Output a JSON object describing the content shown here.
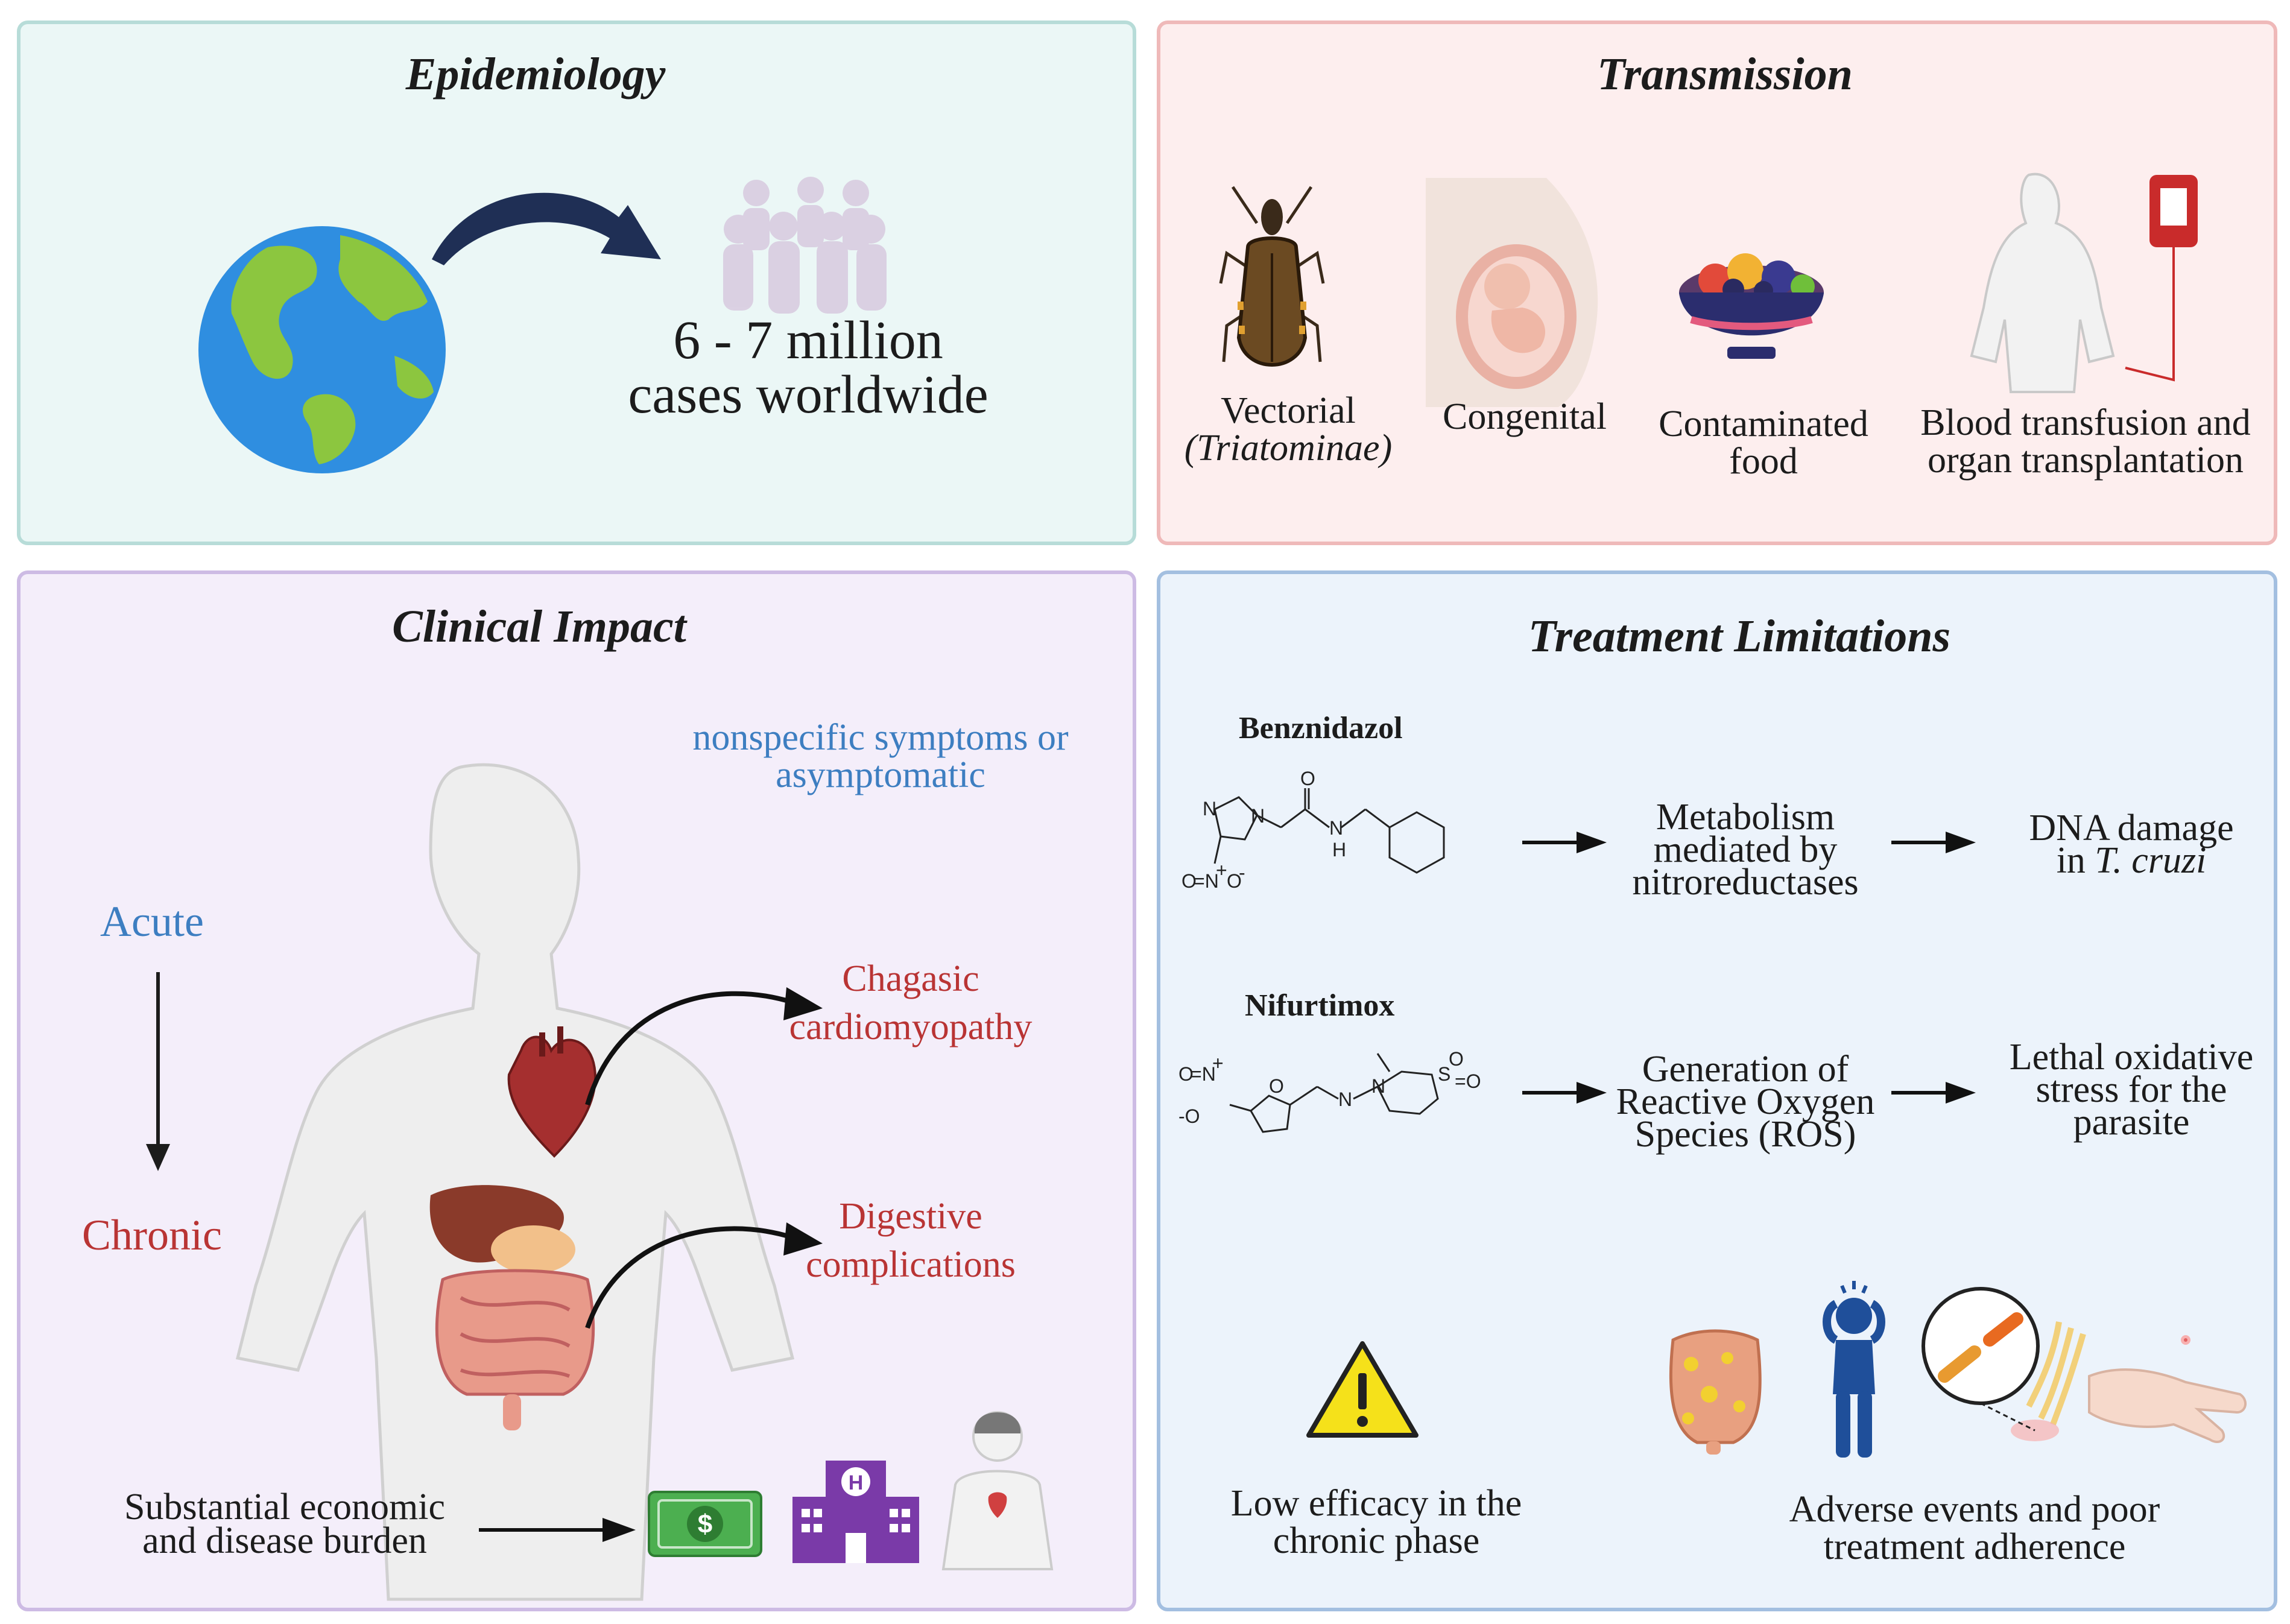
{
  "panels": {
    "epidemiology": {
      "title": "Epidemiology",
      "stat_line1": "6 - 7 million",
      "stat_line2": "cases worldwide"
    },
    "transmission": {
      "title": "Transmission",
      "routes": [
        {
          "line1": "Vectorial",
          "line2": "(Triatominae)"
        },
        {
          "line1": "Congenital",
          "line2": ""
        },
        {
          "line1": "Contaminated",
          "line2": "food"
        },
        {
          "line1": "Blood transfusion and",
          "line2": "organ transplantation"
        }
      ]
    },
    "clinical_impact": {
      "title": "Clinical Impact",
      "acute": "Acute",
      "chronic": "Chronic",
      "acute_note_line1": "nonspecific symptoms or",
      "acute_note_line2": "asymptomatic",
      "outcome1_line1": "Chagasic",
      "outcome1_line2": "cardiomyopathy",
      "outcome2_line1": "Digestive",
      "outcome2_line2": "complications",
      "burden_line1": "Substantial economic",
      "burden_line2": "and disease burden"
    },
    "treatment": {
      "title": "Treatment Limitations",
      "drug1": {
        "name": "Benznidazol",
        "step1": [
          "Metabolism",
          "mediated by",
          "nitroreductases"
        ],
        "step2_line1": "DNA damage",
        "step2_line2_prefix": "in ",
        "step2_line2_italic": "T. cruzi"
      },
      "drug2": {
        "name": "Nifurtimox",
        "step1": [
          "Generation of",
          "Reactive Oxygen",
          "Species (ROS)"
        ],
        "step2": [
          "Lethal oxidative",
          "stress for the",
          "parasite"
        ]
      },
      "limitation1_line1": "Low efficacy in the",
      "limitation1_line2": "chronic phase",
      "limitation2_line1": "Adverse events and poor",
      "limitation2_line2": "treatment adherence"
    }
  },
  "icons": [
    "globe-icon",
    "people-group-icon",
    "triatomine-bug-icon",
    "pregnancy-fetus-icon",
    "fruit-bowl-icon",
    "blood-bag-icon",
    "human-body-icon",
    "heart-icon",
    "digestive-organs-icon",
    "money-icon",
    "hospital-icon",
    "chest-pain-patient-icon",
    "warning-icon",
    "intestine-icon",
    "distressed-person-icon",
    "nerve-damage-icon",
    "hand-skin-icon"
  ],
  "colors": {
    "epidemiology_bg": "#ebf7f6",
    "transmission_bg": "#fdeeee",
    "clinical_bg": "#f4eefa",
    "treatment_bg": "#ecf3fb",
    "acute_text": "#3d7ec1",
    "chronic_text": "#b93434",
    "arrow_navy": "#1f2f55"
  }
}
